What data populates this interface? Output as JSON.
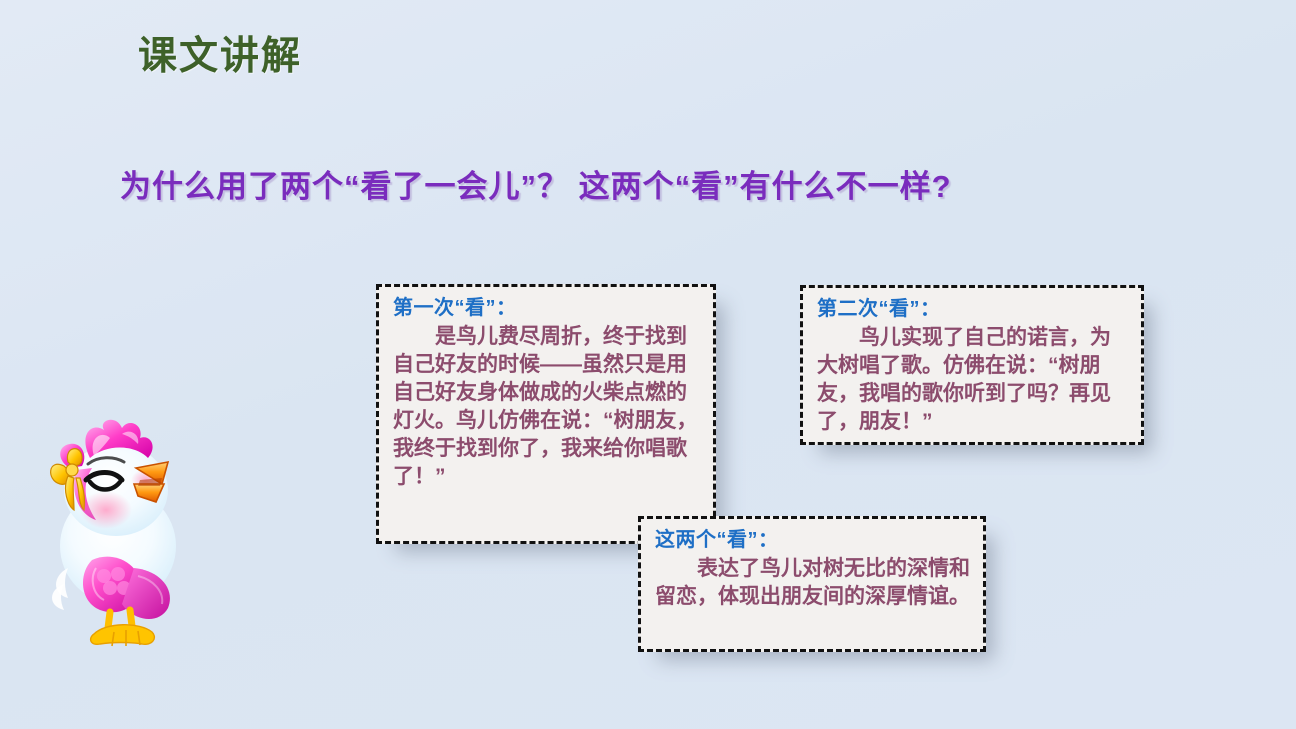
{
  "slide": {
    "background_color": "#dde7f3",
    "section_title": "课文讲解",
    "section_title_color": "#3e6129",
    "main_question": "为什么用了两个“看了一会儿”？ 这两个“看”有什么不一样?",
    "main_question_color": "#7a2cbd"
  },
  "notes": {
    "head_color": "#1e6fc6",
    "body_color": "#8c4c6d",
    "border_color": "#111111",
    "fill_color": "#f3f1ef",
    "first": {
      "heading": "第一次“看”：",
      "body": "是鸟儿费尽周折，终于找到自己好友的时候——虽然只是用自己好友身体做成的火柴点燃的灯火。鸟儿仿佛在说：“树朋友，我终于找到你了，我来给你唱歌了！”"
    },
    "second": {
      "heading": "第二次“看”：",
      "body": "鸟儿实现了自己的诺言，为大树唱了歌。仿佛在说：“树朋友，我唱的歌你听到了吗？再见了，朋友！”"
    },
    "both": {
      "heading": "这两个“看”：",
      "body": "表达了鸟儿对树无比的深情和留恋，体现出朋友间的深厚情谊。"
    }
  },
  "illustration": {
    "name": "singing-bird",
    "body_color": "#ff66d9",
    "belly_color": "#ffffff",
    "beak_color": "#ff8a00",
    "ribbon_color": "#ffcc00",
    "feet_color": "#ffc400"
  }
}
